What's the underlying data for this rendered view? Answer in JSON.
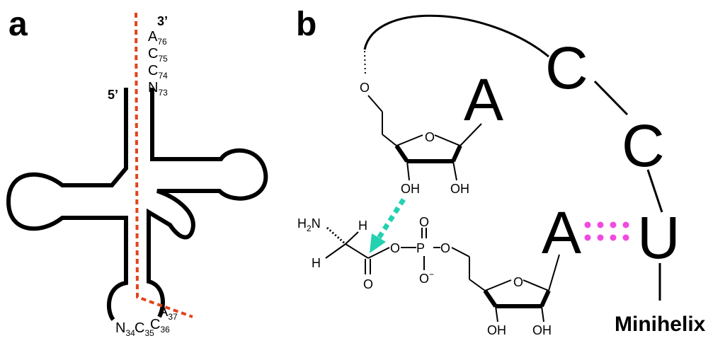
{
  "panel_a": {
    "label": "a",
    "five_prime": "5’",
    "three_prime": "3’",
    "acceptor_stem": [
      {
        "base": "A",
        "num": "76"
      },
      {
        "base": "C",
        "num": "75"
      },
      {
        "base": "C",
        "num": "74"
      },
      {
        "base": "N",
        "num": "73"
      }
    ],
    "anticodon": [
      {
        "base": "N",
        "num": "34"
      },
      {
        "base": "C",
        "num": "35"
      },
      {
        "base": "C",
        "num": "36"
      },
      {
        "base": "A",
        "num": "37"
      }
    ]
  },
  "panel_b": {
    "label": "b",
    "loop_nucleotides": [
      "C",
      "C",
      "U"
    ],
    "ribose_top_base": "A",
    "ribose_bottom_base": "A",
    "oh_labels": [
      "OH",
      "OH",
      "OH",
      "OH"
    ],
    "ring_o_labels": [
      "O",
      "O"
    ],
    "five_prime_o": "O",
    "amine": "H2N",
    "amine_main": "H",
    "amine_sub": "2",
    "amine_tail": "N",
    "h_labels": [
      "H",
      "H"
    ],
    "ester_o": "O",
    "phosphate_o_left": "O",
    "phosphorus": "P",
    "phosphate_o_right": "O",
    "phosphate_o_top": "O",
    "phosphate_o_bottom": "O",
    "phosphate_charge": "−",
    "carbonyl_o": "O",
    "minihelix_label": "Minihelix"
  },
  "colors": {
    "dotted_line": "#e0441c",
    "arrow": "#22d1b0",
    "pairing_dots": "#f04adf"
  }
}
